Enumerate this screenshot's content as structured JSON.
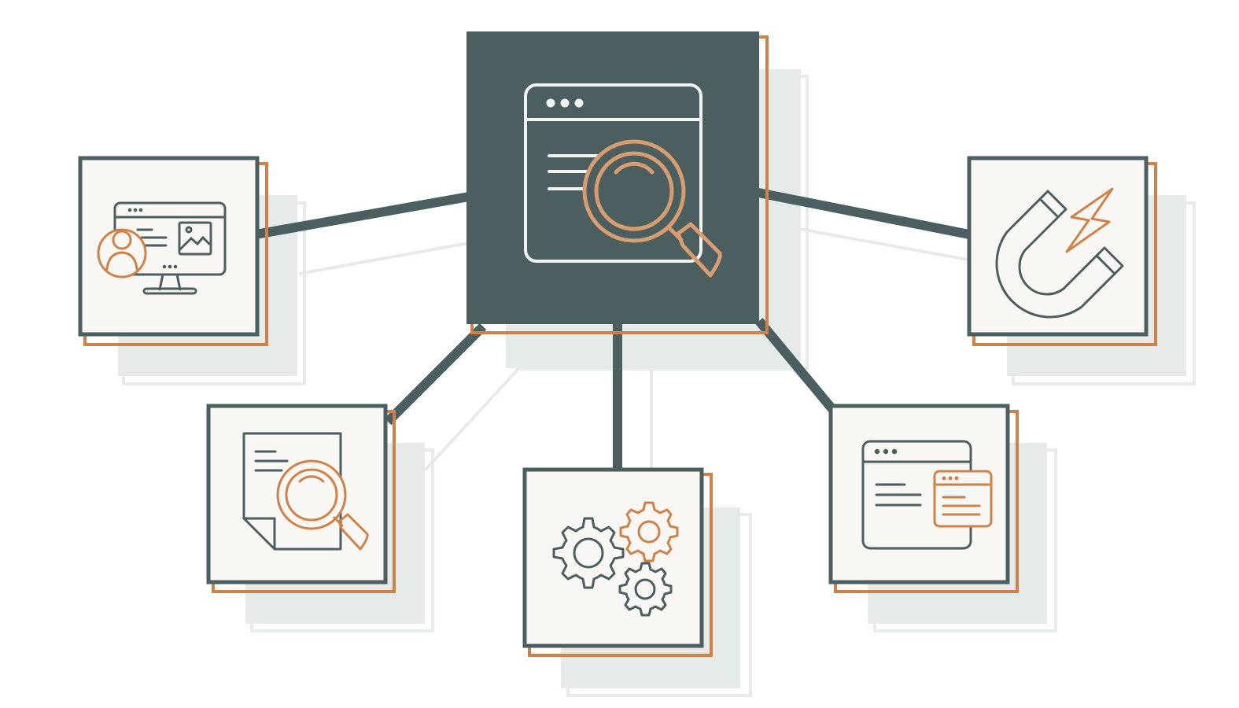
{
  "colors": {
    "background": "#ffffff",
    "dark": "#4b5e60",
    "accent": "#cf8148",
    "accent_light": "#d99c6f",
    "card_fill": "#f9f7f4",
    "shadow": "#e6eae9",
    "line_on_dark": "#f2f2ee"
  },
  "hub": {
    "icon": "browser-search-icon"
  },
  "nodes": [
    {
      "id": "content",
      "icon": "monitor-profile-content-icon"
    },
    {
      "id": "document-search",
      "icon": "document-search-icon"
    },
    {
      "id": "settings",
      "icon": "gears-icon"
    },
    {
      "id": "web-pages",
      "icon": "browser-windows-icon"
    },
    {
      "id": "attraction",
      "icon": "magnet-lightning-icon"
    }
  ]
}
